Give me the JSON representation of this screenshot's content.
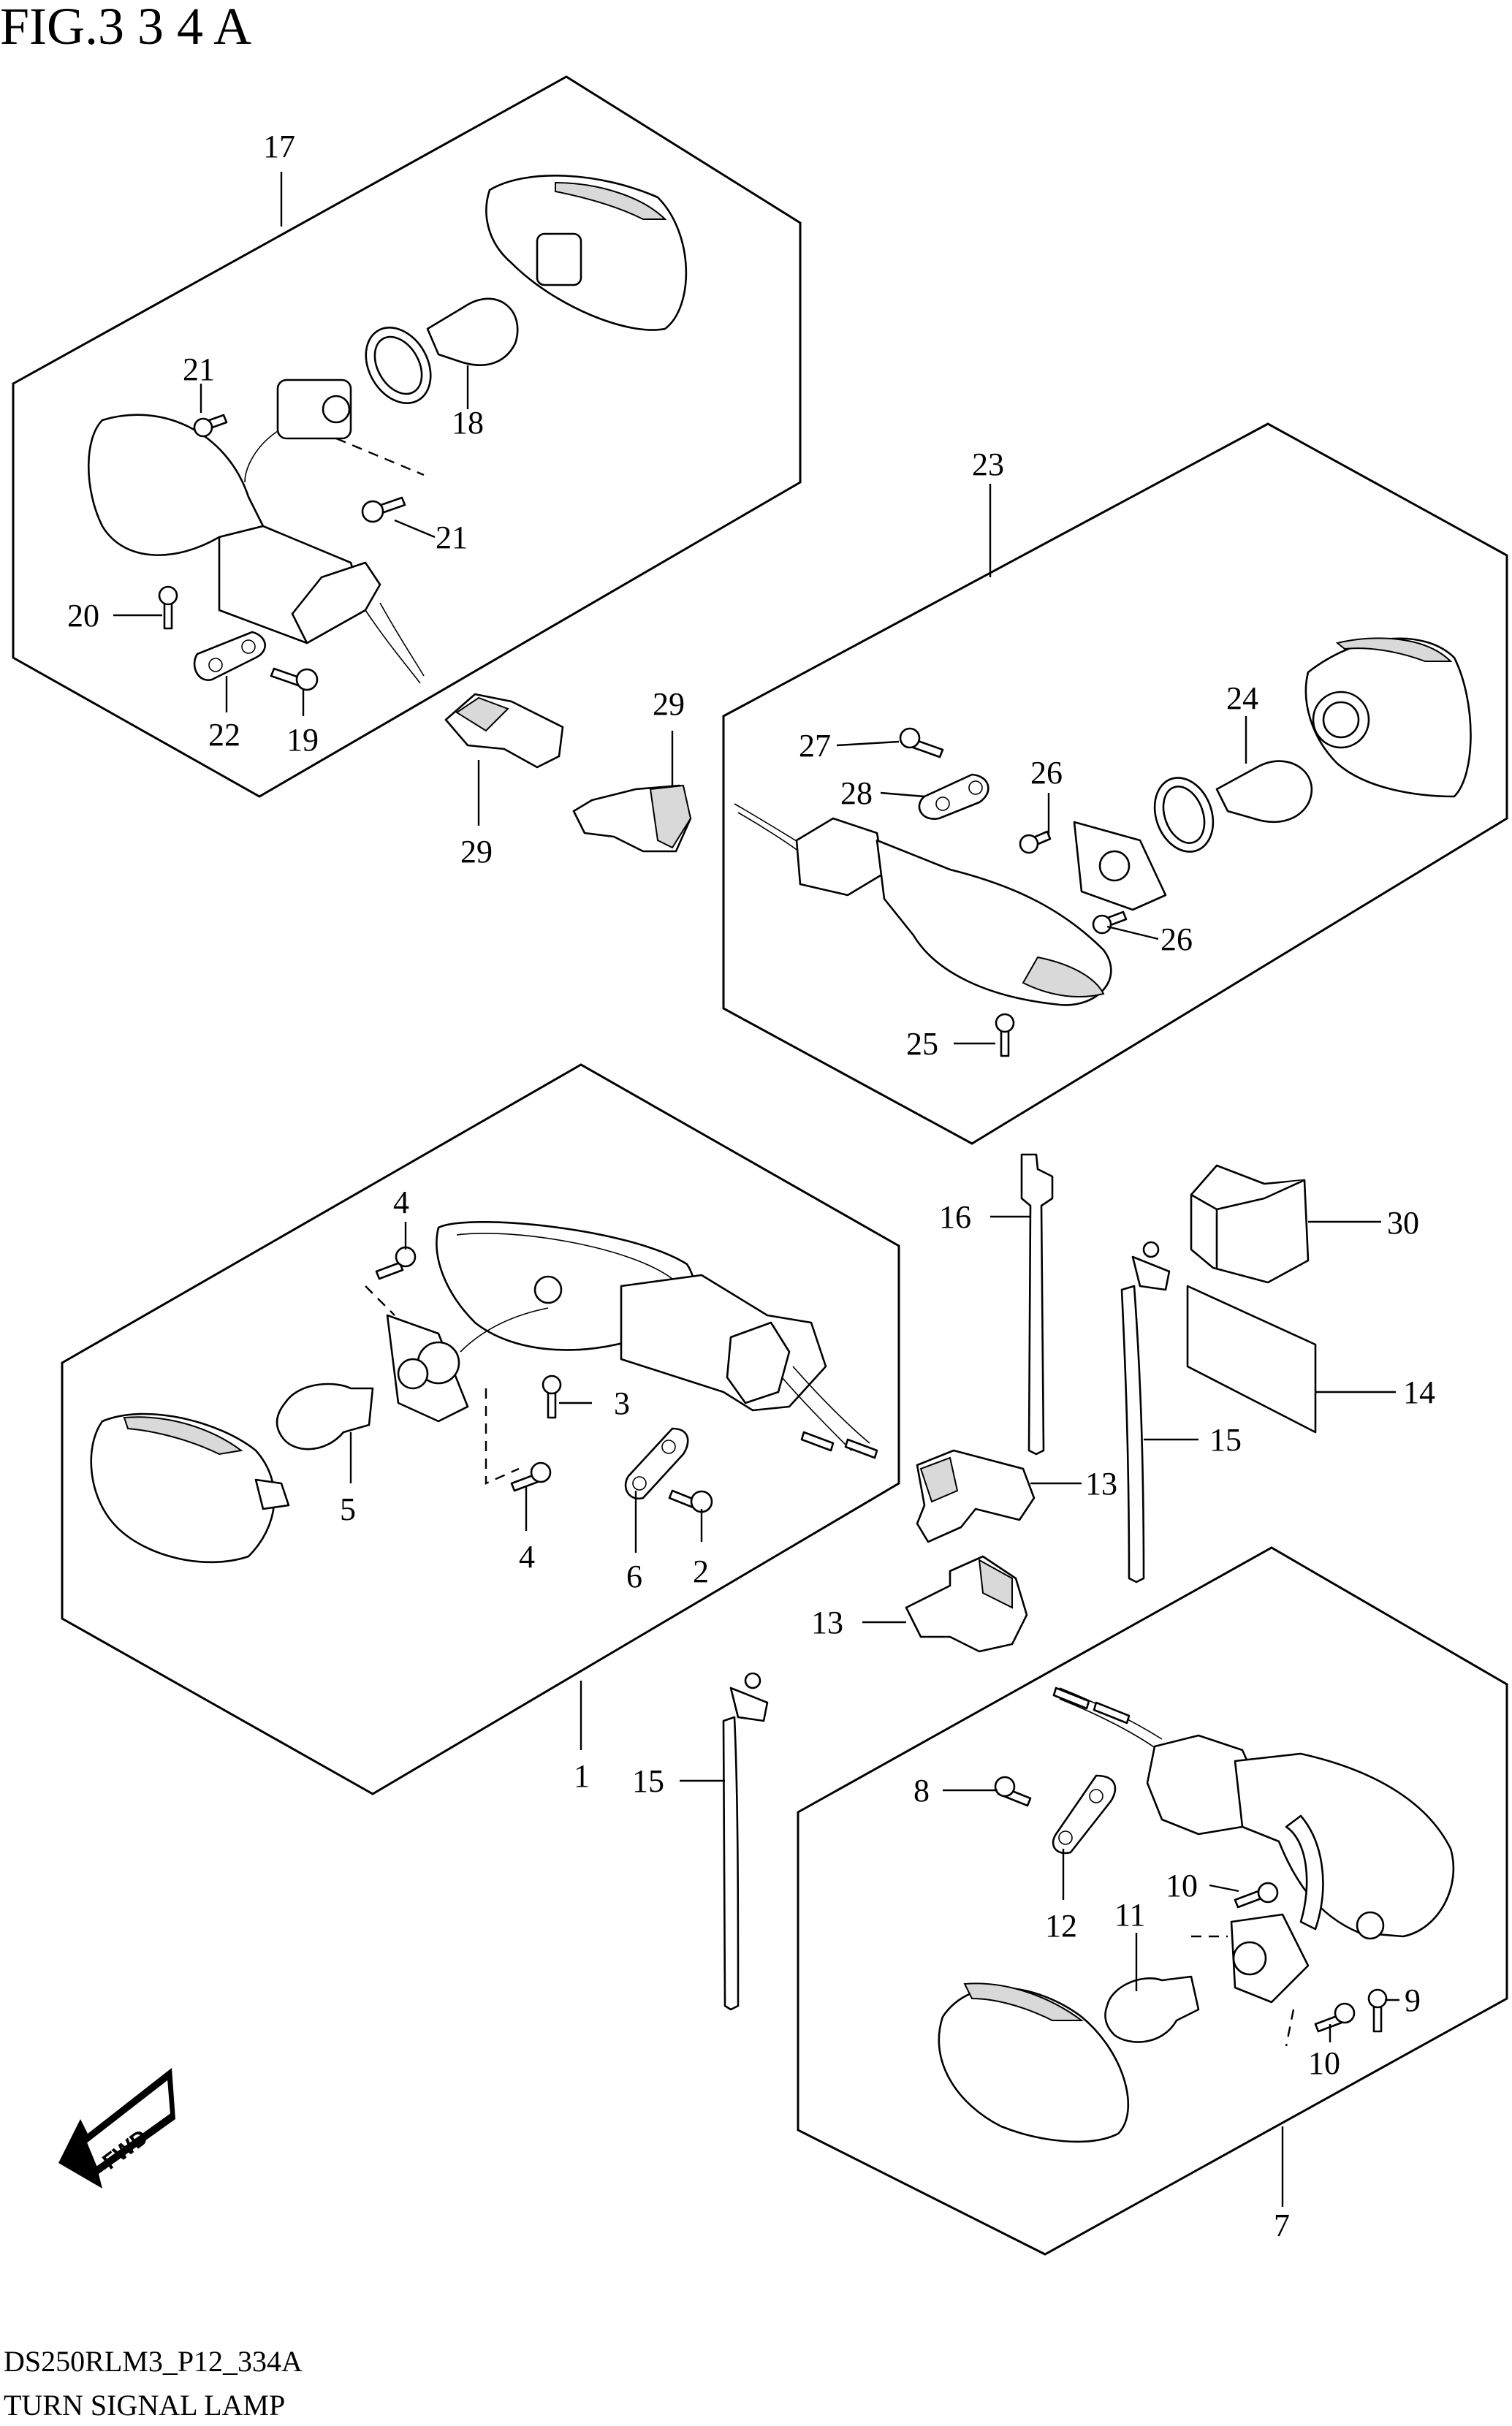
{
  "figure_title": "FIG.3 3 4 A",
  "footer": {
    "code": "DS250RLM3_P12_334A",
    "caption": "TURN SIGNAL LAMP"
  },
  "fwd_label": "FWD",
  "callouts": {
    "c1": "1",
    "c2": "2",
    "c3": "3",
    "c4a": "4",
    "c4b": "4",
    "c5": "5",
    "c6": "6",
    "c7": "7",
    "c8": "8",
    "c9": "9",
    "c10a": "10",
    "c10b": "10",
    "c11": "11",
    "c12": "12",
    "c13a": "13",
    "c13b": "13",
    "c14": "14",
    "c15a": "15",
    "c15b": "15",
    "c16": "16",
    "c17": "17",
    "c18": "18",
    "c19": "19",
    "c20": "20",
    "c21a": "21",
    "c21b": "21",
    "c22": "22",
    "c23": "23",
    "c24": "24",
    "c25": "25",
    "c26a": "26",
    "c26b": "26",
    "c27": "27",
    "c28": "28",
    "c29a": "29",
    "c29b": "29",
    "c30": "30"
  }
}
